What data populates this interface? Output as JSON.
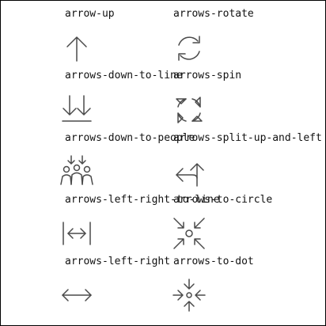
{
  "icons": [
    {
      "label": "arrow-up",
      "icon": "arrow-up-icon"
    },
    {
      "label": "arrows-rotate",
      "icon": "arrows-rotate-icon"
    },
    {
      "label": "arrows-down-to-line",
      "icon": "arrows-down-to-line-icon"
    },
    {
      "label": "arrows-spin",
      "icon": "arrows-spin-icon"
    },
    {
      "label": "arrows-down-to-people",
      "icon": "arrows-down-to-people-icon"
    },
    {
      "label": "arrows-split-up-and-left",
      "icon": "arrows-split-up-and-left-icon"
    },
    {
      "label": "arrows-left-right-to-line",
      "icon": "arrows-left-right-to-line-icon"
    },
    {
      "label": "arrows-to-circle",
      "icon": "arrows-to-circle-icon"
    },
    {
      "label": "arrows-left-right",
      "icon": "arrows-left-right-icon"
    },
    {
      "label": "arrows-to-dot",
      "icon": "arrows-to-dot-icon"
    }
  ]
}
